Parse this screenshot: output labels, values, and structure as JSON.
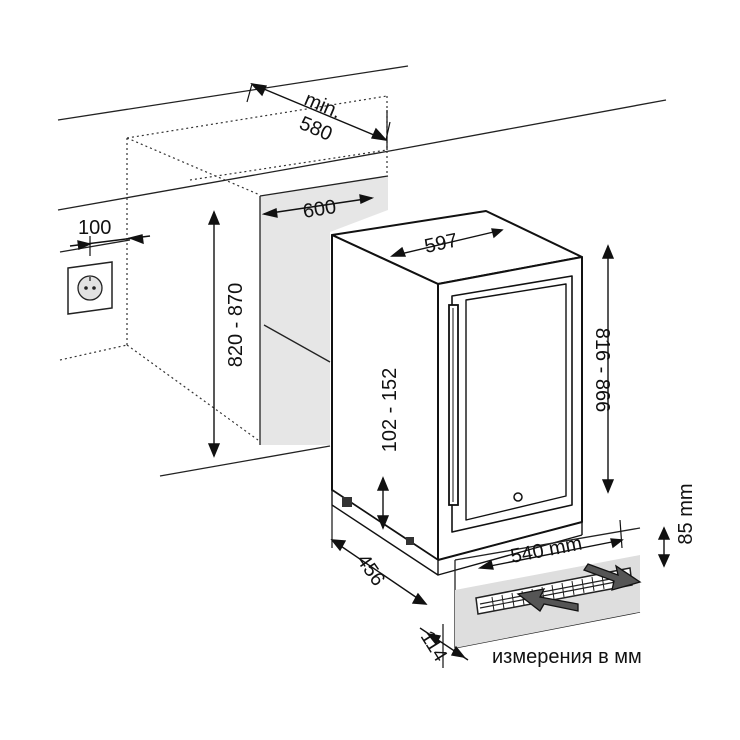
{
  "diagram": {
    "dim_min_label": "min.",
    "dim_min_depth": "580",
    "dim_niche_width": "600",
    "dim_outlet_offset": "100",
    "dim_niche_height": "820 - 870",
    "dim_appliance_width": "597",
    "dim_appliance_height": "816 - 866",
    "dim_foot_height": "102 - 152",
    "dim_depth": "456",
    "dim_plinth_depth": "114",
    "dim_vent_width": "540 mm",
    "dim_vent_height": "85 mm",
    "units_note": "измерения в мм"
  }
}
